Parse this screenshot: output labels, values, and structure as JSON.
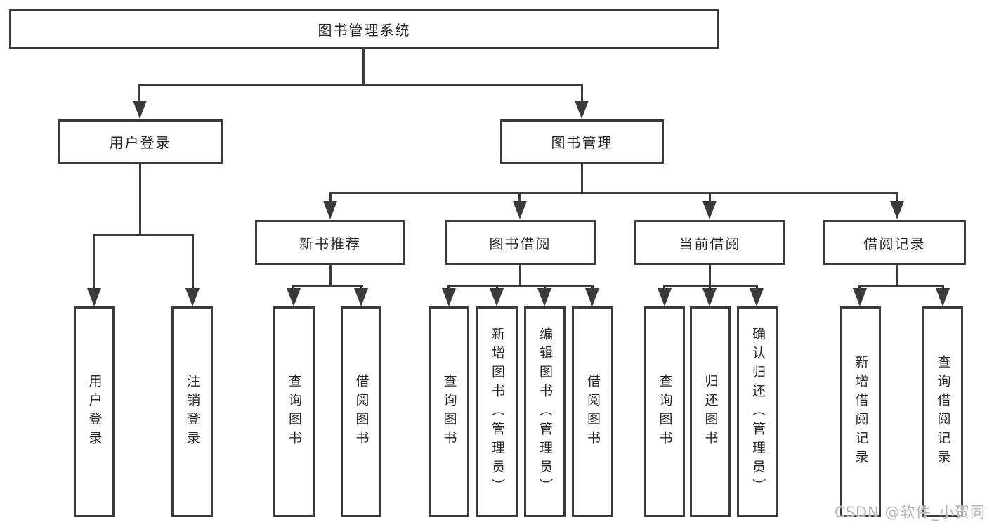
{
  "diagram": {
    "root": {
      "label": "图书管理系统",
      "children": [
        {
          "label": "用户登录",
          "children": [
            {
              "label": "用户登录"
            },
            {
              "label": "注销登录"
            }
          ]
        },
        {
          "label": "图书管理",
          "children": [
            {
              "label": "新书推荐",
              "children": [
                {
                  "label": "查询图书"
                },
                {
                  "label": "借阅图书"
                }
              ]
            },
            {
              "label": "图书借阅",
              "children": [
                {
                  "label": "查询图书"
                },
                {
                  "label": "新增图书（管理员）"
                },
                {
                  "label": "编辑图书（管理员）"
                },
                {
                  "label": "借阅图书"
                }
              ]
            },
            {
              "label": "当前借阅",
              "children": [
                {
                  "label": "查询图书"
                },
                {
                  "label": "归还图书"
                },
                {
                  "label": "确认归还（管理员）"
                }
              ]
            },
            {
              "label": "借阅记录",
              "children": [
                {
                  "label": "新增借阅记录"
                },
                {
                  "label": "查询借阅记录"
                }
              ]
            }
          ]
        }
      ]
    }
  },
  "watermark": {
    "text": "CSDN @软件_小贺同学"
  },
  "colors": {
    "line": "#3a3a3a",
    "text": "#262626",
    "background": "#ffffff",
    "watermark": "#b6b6b6"
  }
}
